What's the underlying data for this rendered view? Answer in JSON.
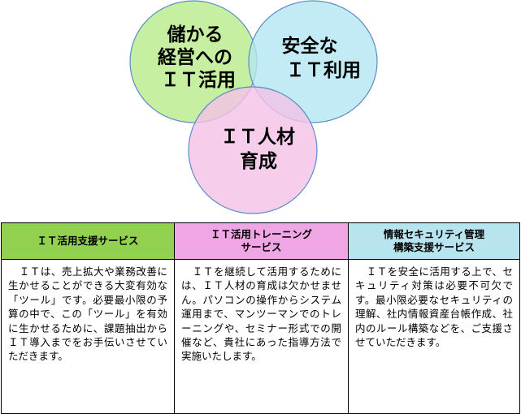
{
  "venn": {
    "circles": [
      {
        "name": "profit",
        "lines": [
          "儲かる",
          "経営への",
          "ＩＴ活用"
        ],
        "fill": "#b9eb8a",
        "stroke": "#5b8cc8"
      },
      {
        "name": "security",
        "lines": [
          "安全な",
          "ＩＴ利用"
        ],
        "fill": "#b3e6f2",
        "stroke": "#5b8cc8"
      },
      {
        "name": "talent",
        "lines": [
          "ＩＴ人材",
          "育成"
        ],
        "fill": "#f4c2e6",
        "stroke": "#5b8cc8"
      }
    ]
  },
  "services": [
    {
      "header_lines": [
        "ＩＴ活用支援サービス"
      ],
      "color": "#92d050",
      "body": "ＩＴは、売上拡大や業務改善に生かせることができる大変有効な「ツール」です。必要最小限の予算の中で、この「ツール」を有効に生かせるために、課題抽出からＩＴ導入までをお手伝いさせていただきます。"
    },
    {
      "header_lines": [
        "ＩＴ活用トレーニング",
        "サービス"
      ],
      "color": "#f0a6e4",
      "body": "ＩＴを継続して活用するためには、ＩＴ人材の育成は欠かせません。パソコンの操作からシステム運用まで、マンツーマンでのトレーニングや、セミナー形式での開催など、貴社にあった指導方法で実施いたします。"
    },
    {
      "header_lines": [
        "情報セキュリティ管理",
        "構築支援サービス"
      ],
      "color": "#b7e4ee",
      "body": "ＩＴを安全に活用する上で、セキュリティ対策は必要不可欠です。最小限必要なセキュリティの理解、社内情報資産台帳作成、社内のルール構築などを、ご支援させていただきます。"
    }
  ]
}
